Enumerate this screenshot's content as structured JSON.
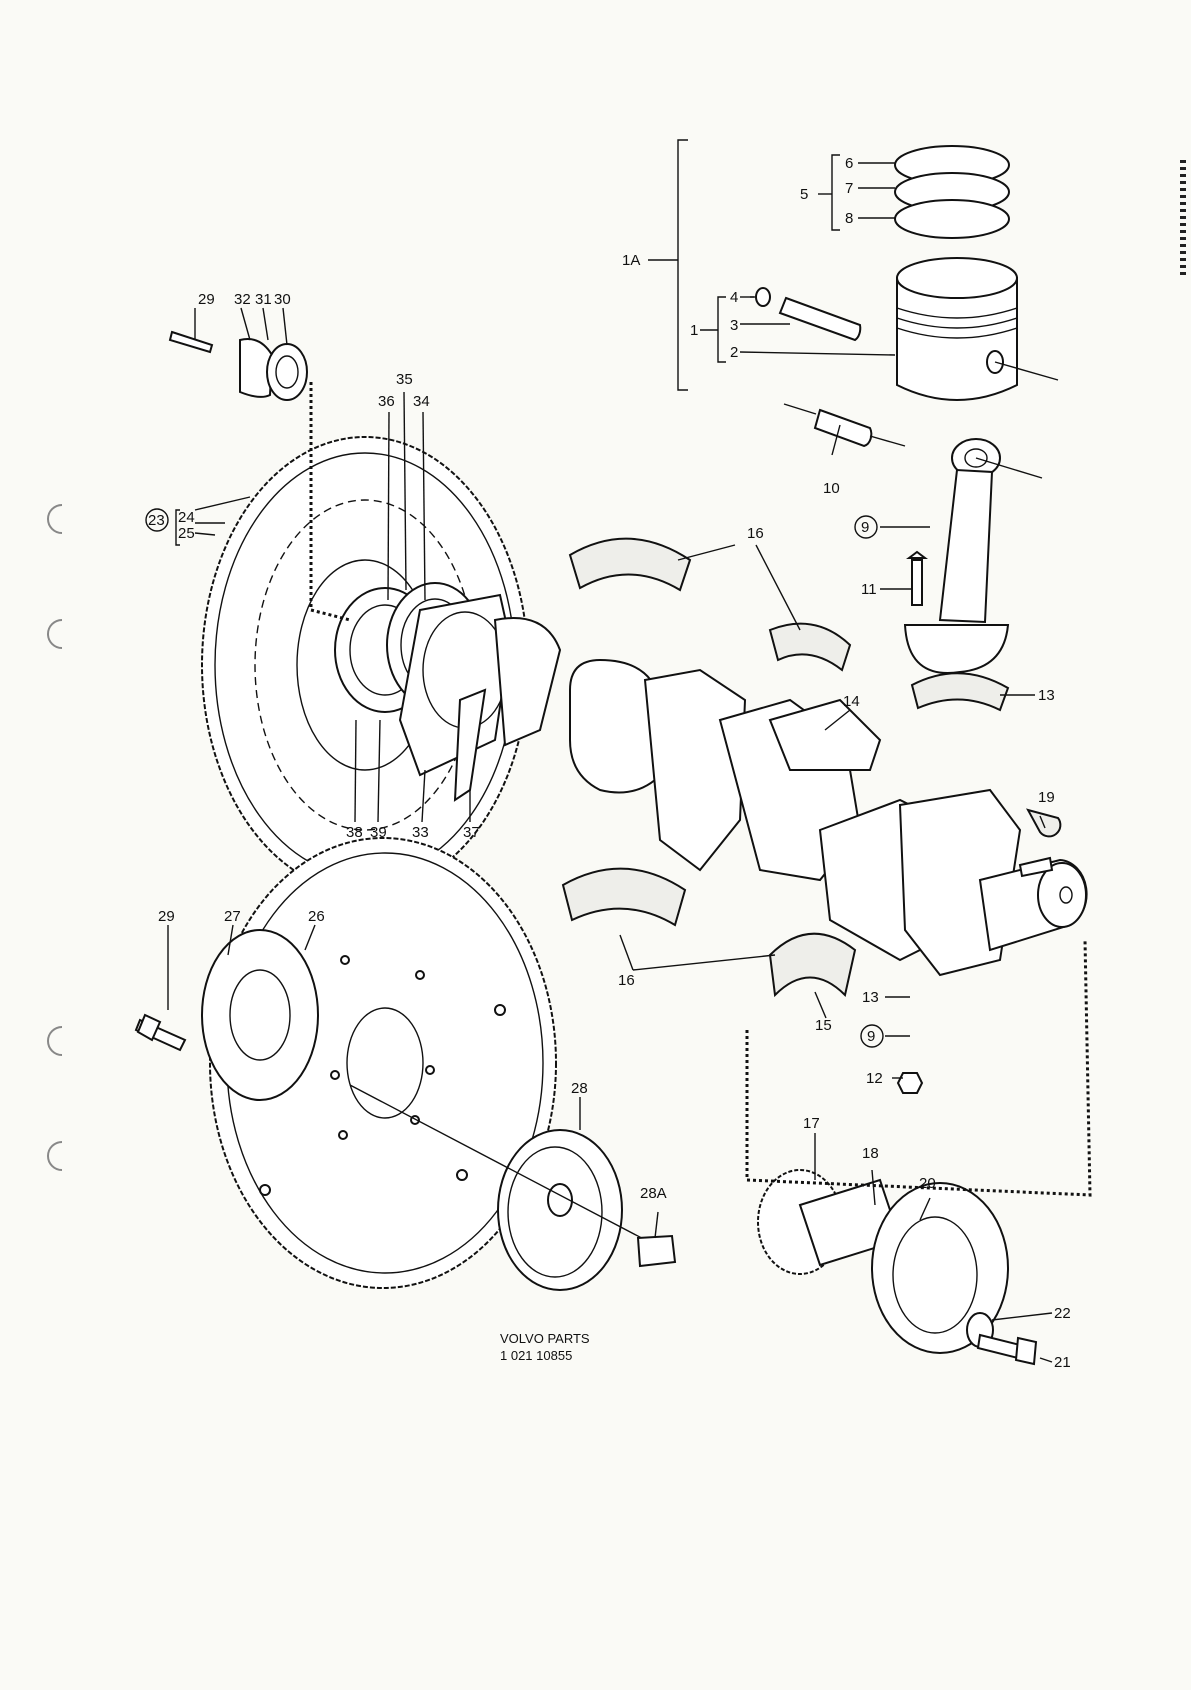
{
  "diagram": {
    "brand": "VOLVO PARTS",
    "catalog_number": "1  021  10855",
    "callouts": [
      "1A",
      "1",
      "2",
      "3",
      "4",
      "5",
      "6",
      "7",
      "8",
      "9",
      "9",
      "9",
      "10",
      "11",
      "12",
      "13",
      "13",
      "14",
      "15",
      "16",
      "16",
      "17",
      "18",
      "19",
      "20",
      "21",
      "22",
      "23",
      "24",
      "25",
      "26",
      "27",
      "28",
      "28A",
      "29",
      "29",
      "30",
      "31",
      "32",
      "33",
      "34",
      "35",
      "36",
      "37",
      "38",
      "39"
    ]
  }
}
